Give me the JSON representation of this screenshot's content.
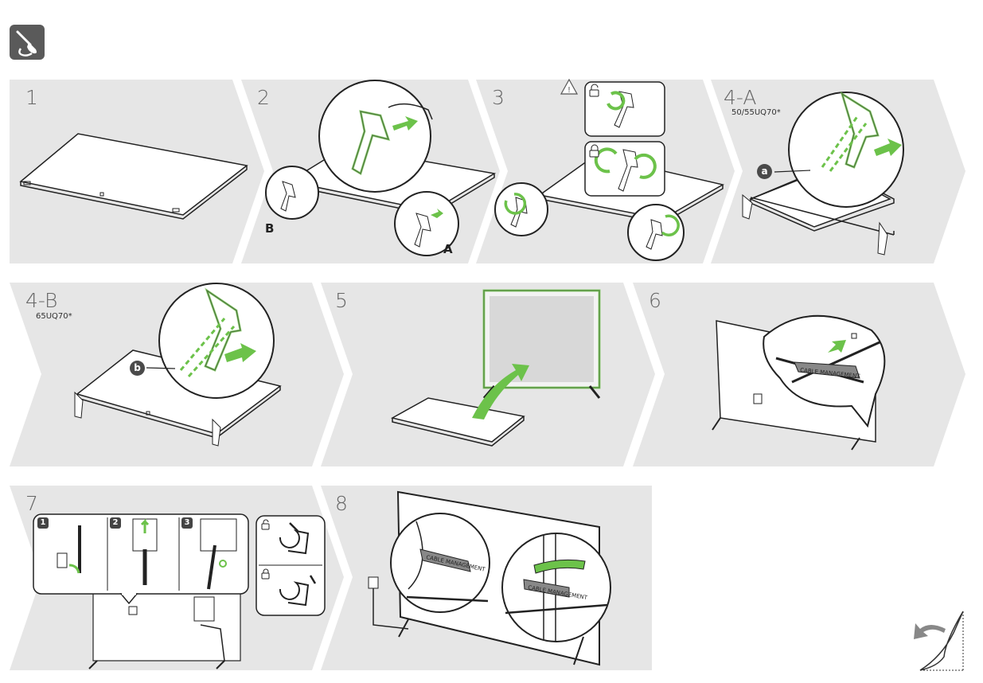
{
  "tool_icon": "screwdriver-icon",
  "page_turn_icon": "page-turn-icon",
  "steps": {
    "s1": {
      "number": "1"
    },
    "s2": {
      "number": "2",
      "label_a": "A",
      "label_b": "B"
    },
    "s3": {
      "number": "3",
      "warning_icon": "warning-icon",
      "lock_icon": "lock-icon",
      "unlock_icon": "unlock-icon"
    },
    "s4a": {
      "number": "4-A",
      "model": "50/55UQ70*",
      "badge": "a"
    },
    "s4b": {
      "number": "4-B",
      "model": "65UQ70*",
      "badge": "b"
    },
    "s5": {
      "number": "5"
    },
    "s6": {
      "number": "6",
      "clip_text": "CABLE MANAGEMENT"
    },
    "s7": {
      "number": "7",
      "sub": [
        "1",
        "2",
        "3"
      ]
    },
    "s8": {
      "number": "8",
      "clip_text_1": "CABLE MANAGEMENT",
      "clip_text_2": "CABLE MANAGEMENT"
    }
  },
  "colors": {
    "panel": "#e6e6e6",
    "accent": "#6cc24a",
    "outline": "#222222"
  }
}
